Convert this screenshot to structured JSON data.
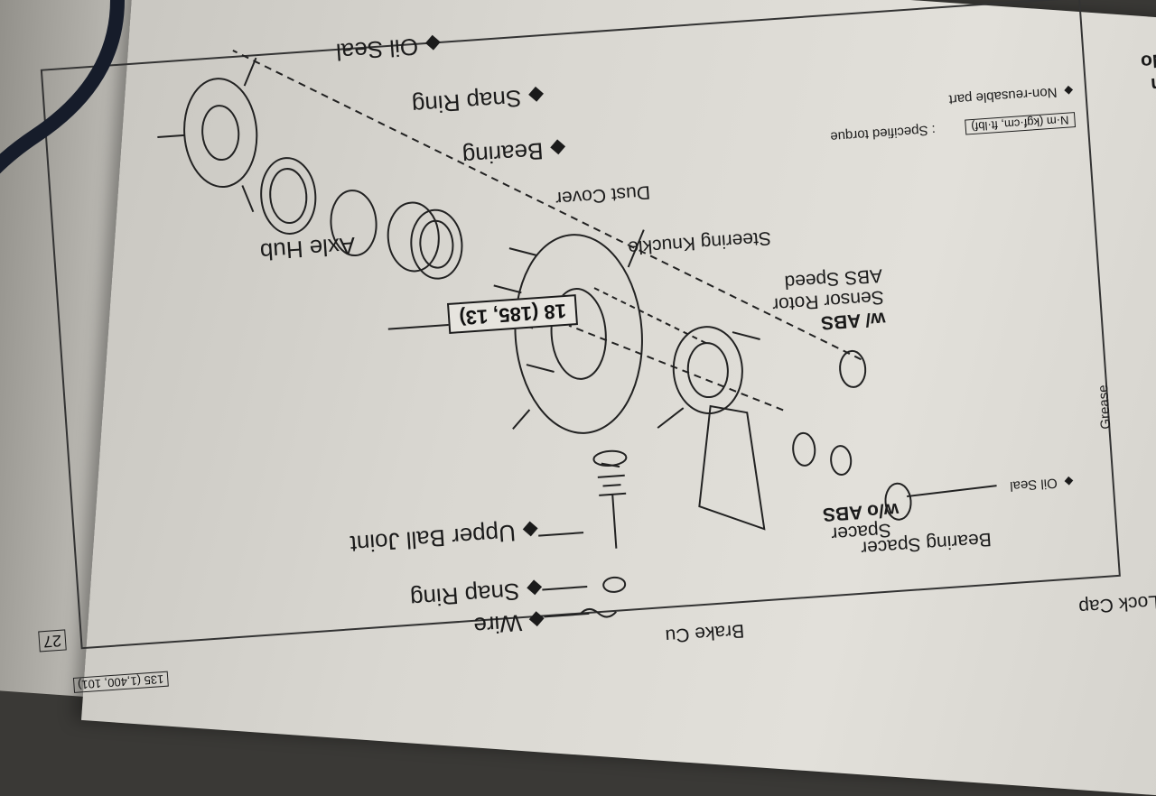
{
  "labels": {
    "oil_seal_top": "Oil Seal",
    "snap_ring_top": "Snap Ring",
    "bearing": "Bearing",
    "dust_cover": "Dust Cover",
    "axle_hub": "Axle Hub",
    "steering_knuckle": "Steering Knuckle",
    "abs_rotor_1": "ABS Speed",
    "abs_rotor_2": "Sensor Rotor",
    "w_abs": "w/ ABS",
    "wo_abs": "w/o ABS",
    "spacer": "Spacer",
    "bearing_spacer": "Bearing Spacer",
    "oil_seal_small": "Oil Seal",
    "upper_ball_joint": "Upper Ball Joint",
    "snap_ring_bottom": "Snap Ring",
    "wire": "Wire",
    "brake_cut": "Brake Cu",
    "lock_cap": "Lock Cap",
    "grease": "Grease",
    "torque_value": "18 (185, 13)",
    "legend_torque": "N·m (kgf·cm, ft·lbf)",
    "legend_torque_desc": ": Specified torque",
    "legend_nonreusable": "Non-reusable part",
    "corner_torque": "135 (1,400, 101)",
    "tab_left_1": "m",
    "tab_left_2": "No",
    "tab_right": "27"
  }
}
